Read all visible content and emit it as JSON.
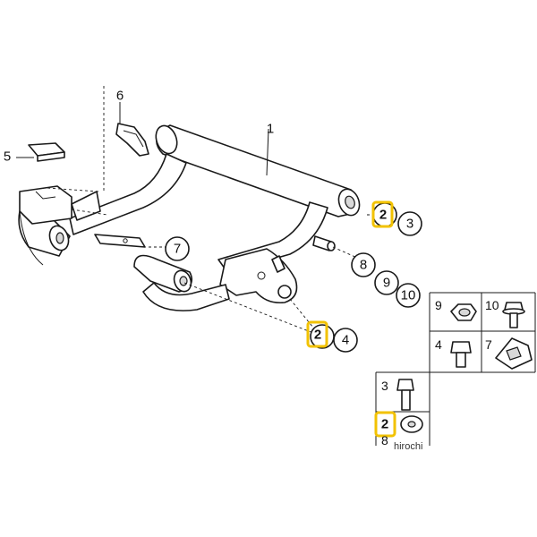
{
  "diagram": {
    "callouts": [
      {
        "id": "c1",
        "label": "1"
      },
      {
        "id": "c2a",
        "label": "2"
      },
      {
        "id": "c3",
        "label": "3"
      },
      {
        "id": "c2b",
        "label": "2"
      },
      {
        "id": "c4",
        "label": "4"
      },
      {
        "id": "c5",
        "label": "5"
      },
      {
        "id": "c6",
        "label": "6"
      },
      {
        "id": "c7",
        "label": "7"
      },
      {
        "id": "c8",
        "label": "8"
      },
      {
        "id": "c9",
        "label": "9"
      },
      {
        "id": "c10",
        "label": "10"
      }
    ],
    "legend": {
      "cells": [
        {
          "label": "9",
          "icon": "hex-nut-icon"
        },
        {
          "label": "10",
          "icon": "flange-bolt-icon"
        },
        {
          "label": "4",
          "icon": "short-bolt-icon"
        },
        {
          "label": "7",
          "icon": "clip-nut-icon"
        },
        {
          "label": "3",
          "icon": "long-bolt-icon"
        },
        {
          "label": "2",
          "icon": "washer-icon"
        },
        {
          "label": "8",
          "icon": "washer-icon"
        }
      ]
    },
    "highlight_color": "#f2c200",
    "watermark": "hirochi"
  }
}
